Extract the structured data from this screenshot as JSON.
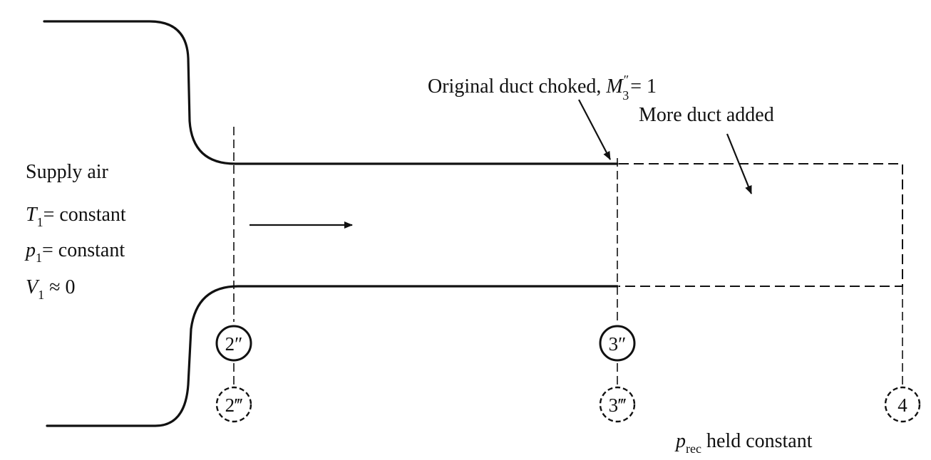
{
  "labels": {
    "choked": {
      "prefix": "Original duct choked, ",
      "var": "M",
      "sup": "″",
      "sub": "3",
      "suffix": "= 1"
    },
    "more_duct": "More duct added",
    "supply_air": "Supply air",
    "t1": {
      "var": "T",
      "sub": "1",
      "text": "= constant"
    },
    "p1": {
      "var": "p",
      "sub": "1",
      "text": "= constant"
    },
    "v1": {
      "var": "V",
      "sub": "1",
      "text": " ≈ 0"
    },
    "p_rec": {
      "var": "p",
      "sub": "rec",
      "text": " held constant"
    }
  },
  "stations": {
    "s2pp": "2″",
    "s2ppp": "2‴",
    "s3pp": "3″",
    "s3ppp": "3‴",
    "s4": "4"
  }
}
